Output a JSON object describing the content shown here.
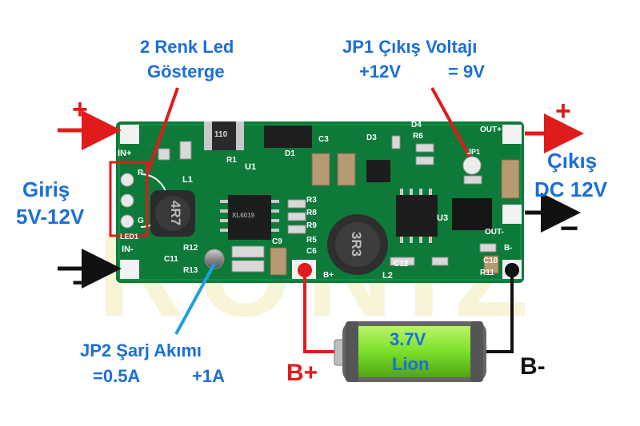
{
  "labels": {
    "led_line1": "2 Renk Led",
    "led_line2": "Gösterge",
    "jp1_line1": "JP1 Çıkış Voltajı",
    "jp1_v12": "+12V",
    "jp1_v9": "= 9V",
    "input_title": "Giriş",
    "input_range": "5V-12V",
    "output_title": "Çıkış",
    "output_value": "DC 12V",
    "jp2_line1": "JP2 Şarj Akımı",
    "jp2_a05": "=0.5A",
    "jp2_a1": "+1A",
    "b_plus": "B+",
    "b_minus": "B-",
    "battery_voltage": "3.7V",
    "battery_type": "Lion",
    "plus_sign": "+",
    "minus_sign": "−",
    "watermark": "RONIZ"
  },
  "pcb": {
    "in_plus": "IN+",
    "in_minus": "IN-",
    "out_plus": "OUT+",
    "out_minus": "OUT-",
    "led1": "LED1",
    "r": "R",
    "g": "G",
    "l1": "L1",
    "l1_value": "4R7",
    "l2": "L2",
    "l2_value": "3R3",
    "u1": "U1",
    "u1_mark": "XL6019",
    "u3": "U3",
    "r1": "R1",
    "r3": "R3",
    "r12": "R12",
    "r13": "R13",
    "r5": "R5",
    "r6": "R6",
    "r8": "R8",
    "r9": "R9",
    "r11": "R11",
    "d1": "D1",
    "d3": "D3",
    "d4": "D4",
    "c3": "C3",
    "c6": "C6",
    "c9": "C9",
    "c10": "C10",
    "c11": "C11",
    "c12": "C12",
    "jp1": "JP1",
    "b_plus": "B+",
    "b_minus": "B-",
    "resistor_code": "110"
  },
  "colors": {
    "pcb_green": "#0d7a3a",
    "label_blue": "#1a6fd8",
    "arrow_red": "#e01b1b",
    "battery_green": "#7be02a"
  }
}
